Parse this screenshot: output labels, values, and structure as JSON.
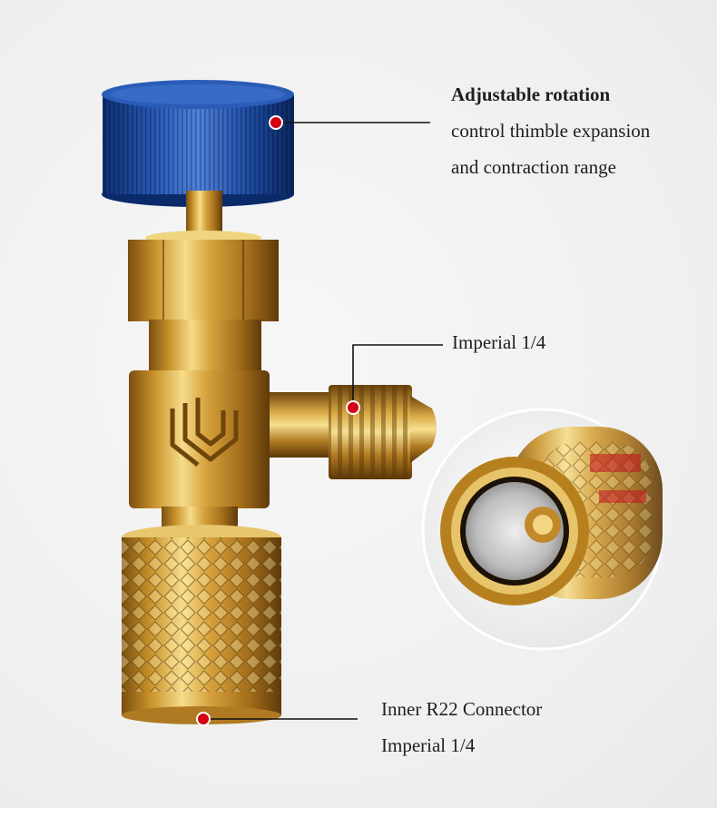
{
  "image": {
    "subject": "Brass refrigerant safety valve with blue adjustment knob",
    "accent_marker_color": "#d40014",
    "knob_color": "#1f4fa8",
    "brass_color": "#c8962c"
  },
  "callouts": {
    "knob": {
      "title": "Adjustable rotation",
      "line1": "control thimble expansion",
      "line2": "and contraction range"
    },
    "side_port": {
      "label": "Imperial 1/4"
    },
    "bottom_nut": {
      "line1": "Inner R22 Connector",
      "line2": "Imperial 1/4"
    }
  }
}
